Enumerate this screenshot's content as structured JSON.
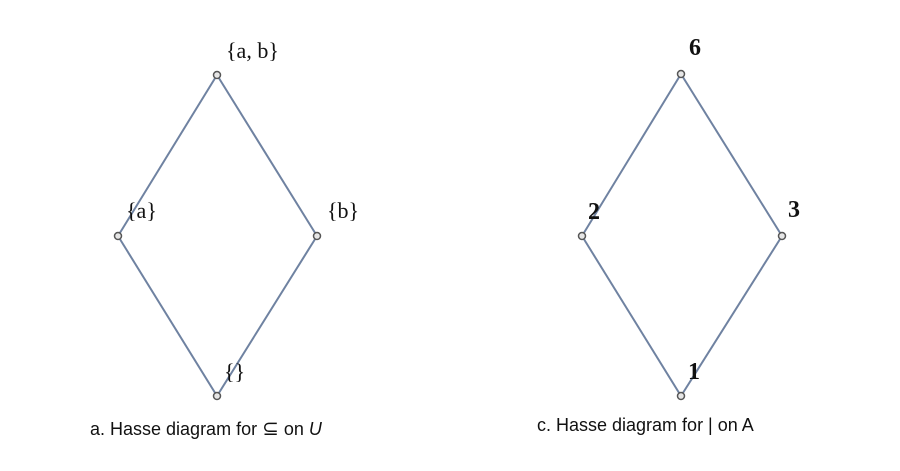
{
  "diagrams": [
    {
      "nodes": [
        {
          "id": "ab",
          "label": "{a, b}"
        },
        {
          "id": "a",
          "label": "{a}"
        },
        {
          "id": "b",
          "label": "{b}"
        },
        {
          "id": "empty",
          "label": "{}"
        }
      ],
      "edges": [
        [
          "ab",
          "a"
        ],
        [
          "ab",
          "b"
        ],
        [
          "a",
          "empty"
        ],
        [
          "b",
          "empty"
        ]
      ],
      "caption": {
        "prefix": "a. Hasse diagram for ",
        "symbol": "⊆",
        "middle": " on ",
        "set": "U"
      },
      "edge_color": "#6f82a1"
    },
    {
      "nodes": [
        {
          "id": "6",
          "label": "6"
        },
        {
          "id": "2",
          "label": "2"
        },
        {
          "id": "3",
          "label": "3"
        },
        {
          "id": "1",
          "label": "1"
        }
      ],
      "edges": [
        [
          "6",
          "2"
        ],
        [
          "6",
          "3"
        ],
        [
          "2",
          "1"
        ],
        [
          "3",
          "1"
        ]
      ],
      "caption": {
        "text": "c. Hasse diagram for | on A"
      },
      "edge_color": "#6f82a1"
    }
  ]
}
